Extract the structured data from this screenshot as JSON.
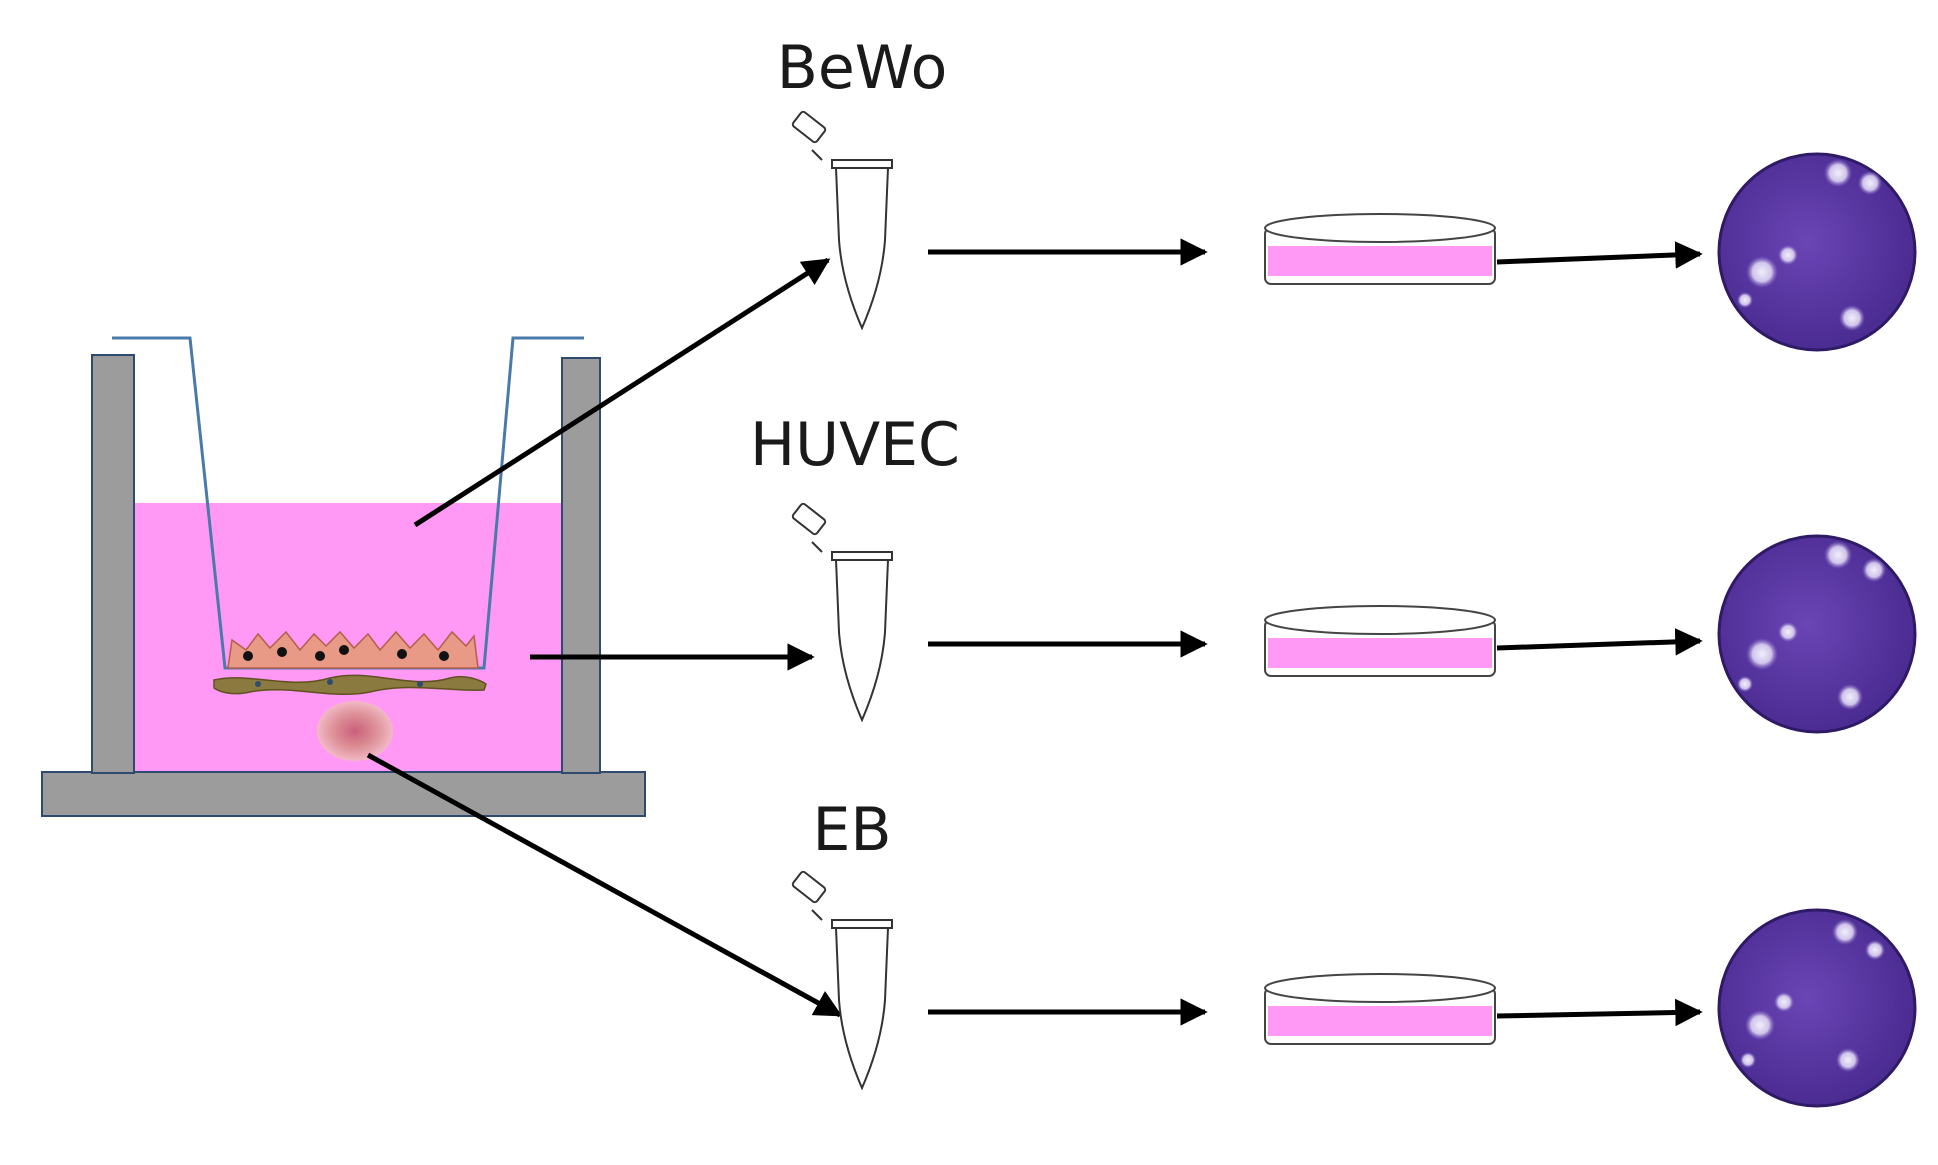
{
  "labels": {
    "bewo": "BeWo",
    "huvec": "HUVEC",
    "eb": "EB"
  },
  "rows": [
    {
      "id": "bewo"
    },
    {
      "id": "huvec"
    },
    {
      "id": "eb"
    }
  ],
  "colors": {
    "medium_pink": "#ff99f5",
    "well_wall": "#9c9c9c",
    "wall_outline": "#2e4a6e",
    "insert_line": "#4a7aaa",
    "cell_layer": "#e89a86",
    "cell_nucleus": "#111111",
    "matrix_layer": "#8a7a40",
    "embryoid_body": "#d7878a",
    "plaque_plate": "#5b3aa3",
    "plaque_spot": "#d9d2ee",
    "arrow": "#000000"
  },
  "icons": {
    "tube": "microcentrifuge-tube-icon",
    "dish": "culture-dish-icon",
    "plate": "plaque-assay-plate-icon"
  }
}
